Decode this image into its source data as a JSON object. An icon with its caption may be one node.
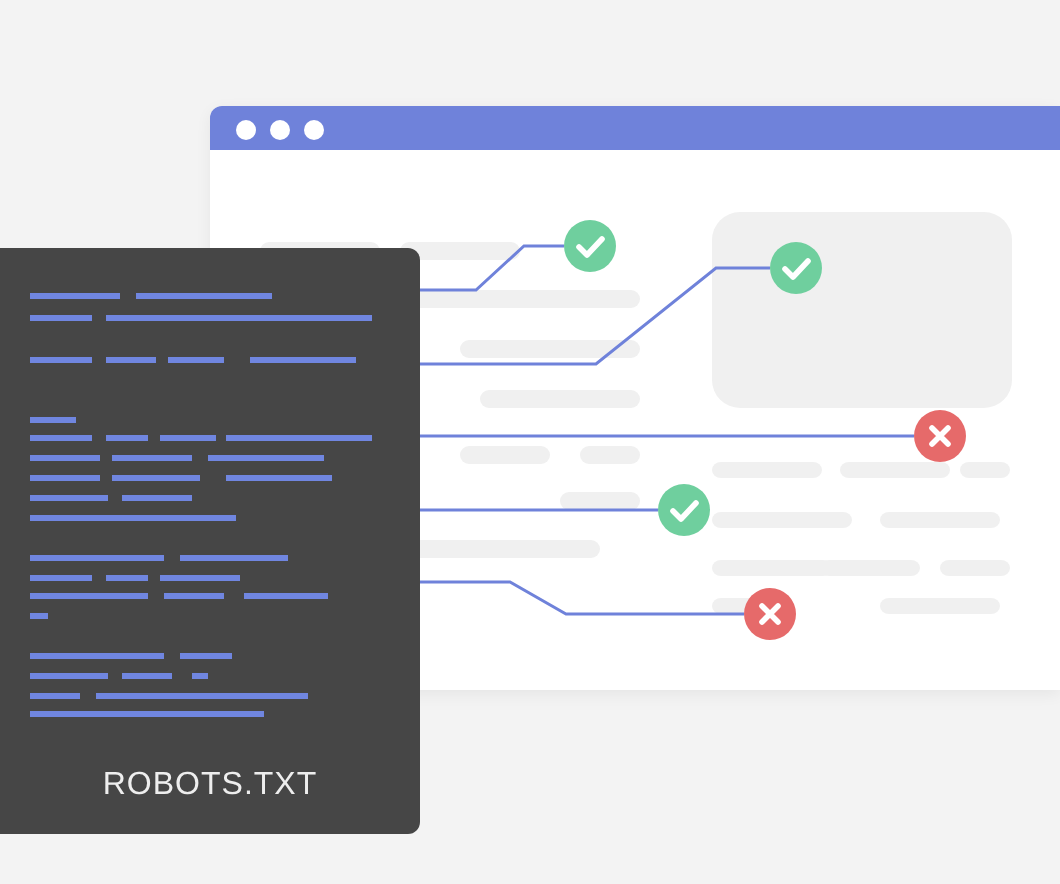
{
  "diagram": {
    "nodes": [
      {
        "text": [
          "ROBOTS.TXT"
        ]
      },
      {
        "text": [],
        "shape": "box"
      },
      {
        "text": [],
        "shape": "circle",
        "in": 1
      },
      {
        "text": [],
        "shape": "circle",
        "in": 1
      },
      {
        "text": [],
        "shape": "circle",
        "in": 1
      },
      {
        "text": [],
        "shape": "circle",
        "in": 1
      },
      {
        "text": [],
        "shape": "circle",
        "in": 1
      }
    ],
    "edges": [
      {
        "from": 0,
        "to": 2,
        "arrow": "none"
      },
      {
        "from": 0,
        "to": 3,
        "arrow": "none"
      },
      {
        "from": 0,
        "to": 4,
        "arrow": "none"
      },
      {
        "from": 0,
        "to": 5,
        "arrow": "none"
      },
      {
        "from": 0,
        "to": 6,
        "arrow": "none"
      }
    ]
  }
}
